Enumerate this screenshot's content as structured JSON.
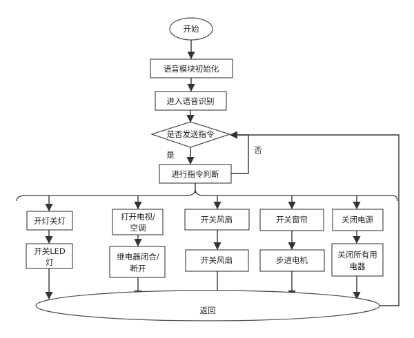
{
  "flowchart": {
    "start": "开始",
    "init": "语音模块初始化",
    "recognize": "进入语音识别",
    "decision": "是否发送指令",
    "yes_label": "是",
    "no_label": "否",
    "judge": "进行指令判断",
    "branches": [
      {
        "top": [
          "开灯关灯"
        ],
        "bottom": [
          "开关LED",
          "灯"
        ]
      },
      {
        "top": [
          "打开电视/",
          "空调"
        ],
        "bottom": [
          "继电器闭合/",
          "断开"
        ]
      },
      {
        "top": [
          "开关风扇"
        ],
        "bottom": [
          "开关风扇"
        ]
      },
      {
        "top": [
          "开关窗帘"
        ],
        "bottom": [
          "步进电机"
        ]
      },
      {
        "top": [
          "关闭电源"
        ],
        "bottom": [
          "关闭所有用",
          "电器"
        ]
      }
    ],
    "return": "返回"
  }
}
